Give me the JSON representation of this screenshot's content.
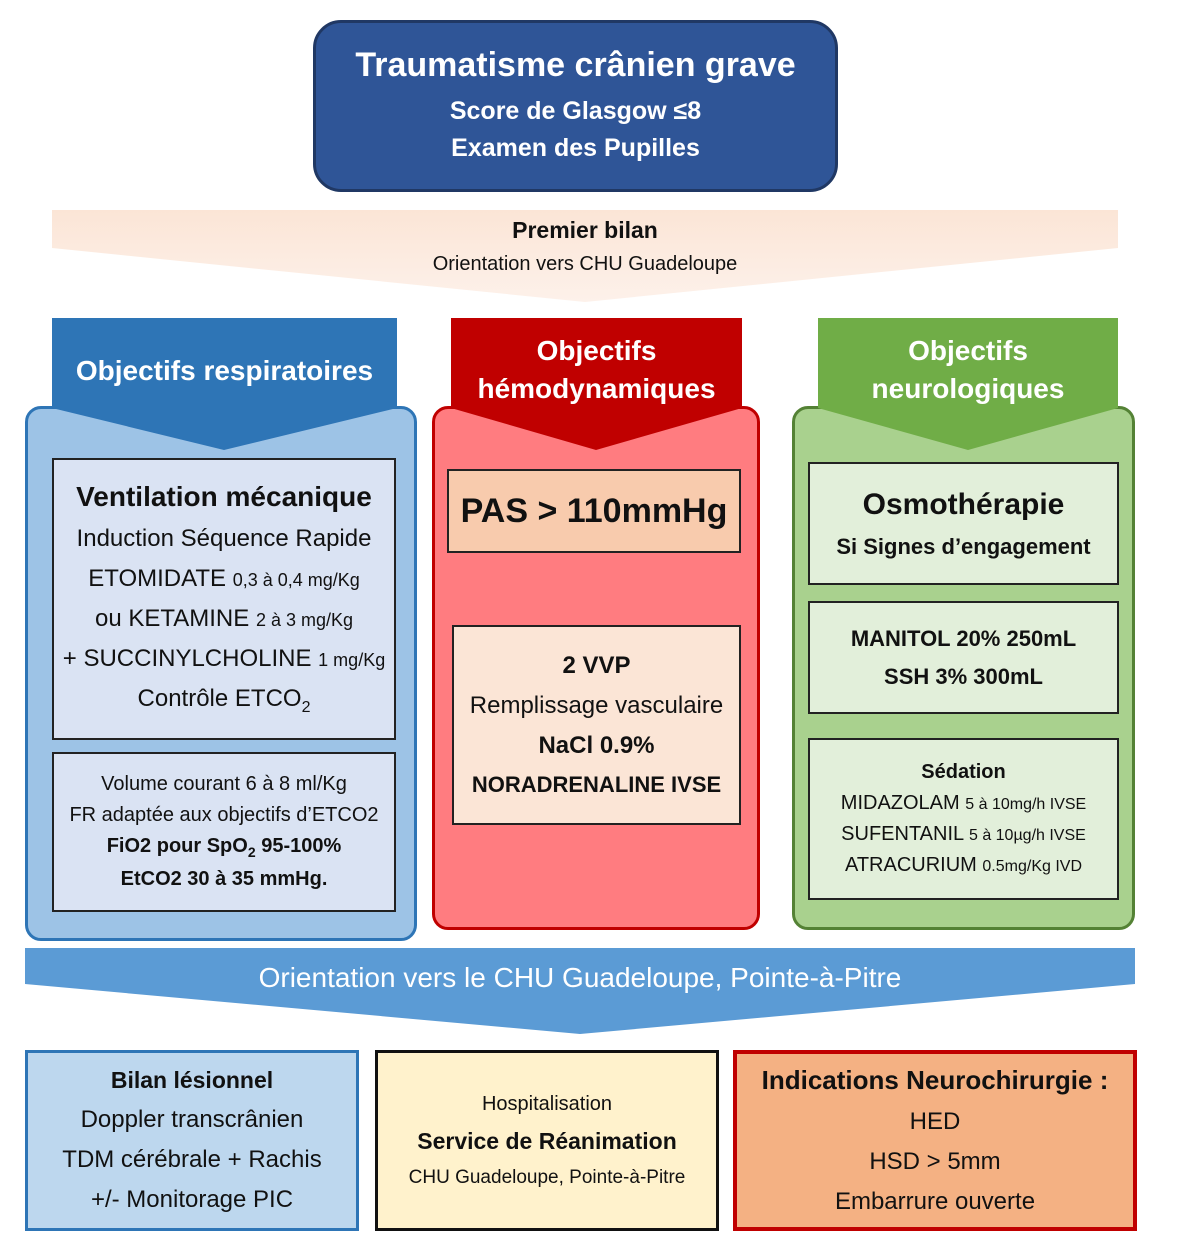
{
  "header": {
    "title": "Traumatisme crânien grave",
    "line1": "Score de Glasgow ≤8",
    "line2": "Examen des Pupilles"
  },
  "premier_bilan": {
    "title": "Premier bilan",
    "subtitle": "Orientation vers CHU Guadeloupe"
  },
  "respiratoire": {
    "header": "Objectifs respiratoires",
    "box1": {
      "title": "Ventilation  mécanique",
      "line1": "Induction Séquence Rapide",
      "drug1": "ETOMIDATE",
      "dose1": "0,3 à 0,4 mg/Kg",
      "drug2": "ou KETAMINE",
      "dose2": "2 à 3 mg/Kg",
      "drug3": "+ SUCCINYLCHOLINE",
      "dose3": "1 mg/Kg",
      "control": "Contrôle ETCO",
      "control_sub": "2"
    },
    "box2": {
      "line1": "Volume courant 6 à 8 ml/Kg",
      "line2": "FR adaptée aux objectifs d’ETCO2",
      "line3a": "FiO2 pour SpO",
      "line3sub": "2",
      "line3b": " 95-100%",
      "line4": "EtCO2 30 à 35 mmHg."
    }
  },
  "hemodynamique": {
    "header1": "Objectifs",
    "header2": "hémodynamiques",
    "pas": "PAS > 110mmHg",
    "box": {
      "line1": "2 VVP",
      "line2": "Remplissage vasculaire",
      "line3": "NaCl 0.9%",
      "line4": "NORADRENALINE  IVSE"
    }
  },
  "neurologique": {
    "header1": "Objectifs",
    "header2": "neurologiques",
    "osmo": {
      "title": "Osmothérapie",
      "line1": "Si Signes d’engagement"
    },
    "manitol": {
      "line1": "MANITOL 20% 250mL",
      "line2": "SSH 3%  300mL"
    },
    "sedation": {
      "title": "Sédation",
      "drug1": "MIDAZOLAM",
      "dose1": "5 à 10mg/h IVSE",
      "drug2": "SUFENTANIL",
      "dose2": "5 à 10µg/h IVSE",
      "drug3": "ATRACURIUM",
      "dose3": "0.5mg/Kg IVD"
    }
  },
  "orientation": {
    "text": "Orientation vers le CHU Guadeloupe,  Pointe-à-Pitre"
  },
  "bilan_lesionnel": {
    "title": "Bilan lésionnel",
    "line1": "Doppler transcrânien",
    "line2": "TDM  cérébrale + Rachis",
    "line3": "+/- Monitorage PIC"
  },
  "hospitalisation": {
    "line1": "Hospitalisation",
    "line2": "Service de Réanimation",
    "line3": "CHU Guadeloupe, Pointe-à-Pitre"
  },
  "neurochirurgie": {
    "title": "Indications  Neurochirurgie :",
    "line1": "HED",
    "line2": "HSD > 5mm",
    "line3": "Embarrure ouverte"
  },
  "colors": {
    "header_blue": "#2f5597",
    "resp_blue": "#2e75b6",
    "hemo_red": "#c00000",
    "neuro_green": "#70ad47",
    "pink": "#fbe5d6"
  }
}
